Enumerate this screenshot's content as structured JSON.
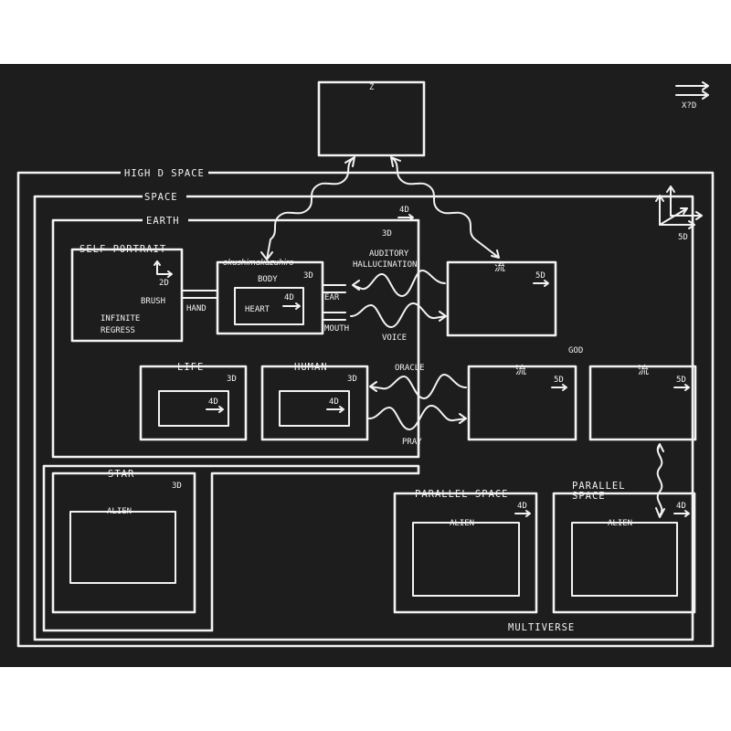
{
  "top_box": {
    "label": "Z"
  },
  "high_d_space": {
    "label": "HIGH D SPACE"
  },
  "space": {
    "label": "SPACE"
  },
  "earth": {
    "label": "EARTH",
    "dim": "3D"
  },
  "corner_axis": {
    "label": "X?D"
  },
  "axes_5d": {
    "label": "5D"
  },
  "self_portrait": {
    "label": "SELF-PORTRAIT",
    "dim": "2D",
    "brush": "BRUSH",
    "hand": "HAND",
    "line1": "INFINITE",
    "line2": "REGRESS"
  },
  "body_box": {
    "signature": "okushimakazuhiro",
    "label": "BODY",
    "dim": "3D",
    "heart": "HEART",
    "heart_dim": "4D",
    "ear": "EAR",
    "mouth": "MOUTH"
  },
  "auditory": {
    "dim": "4D",
    "line1": "AUDITORY",
    "line2": "HALLUCINATION",
    "voice": "VOICE"
  },
  "flow_box_top": {
    "kanji": "流",
    "dim": "5D"
  },
  "god": {
    "label": "GOD"
  },
  "life": {
    "label": "LIFE",
    "dim": "3D",
    "inner_dim": "4D"
  },
  "human": {
    "label": "HUMAN",
    "dim": "3D",
    "inner_dim": "4D"
  },
  "oracle": {
    "label": "ORACLE",
    "pray": "PRAY"
  },
  "flow_box_mid1": {
    "kanji": "流",
    "dim": "5D"
  },
  "flow_box_mid2": {
    "kanji": "流",
    "dim": "5D"
  },
  "star": {
    "label": "STAR",
    "dim": "3D",
    "alien": "ALIEN"
  },
  "parallel_space_1": {
    "label": "PARALLEL SPACE",
    "dim": "4D",
    "alien": "ALIEN"
  },
  "parallel_space_2": {
    "line1": "PARALLEL",
    "line2": "SPACE",
    "dim": "4D",
    "alien": "ALIEN"
  },
  "multiverse": {
    "label": "MULTIVERSE"
  },
  "colors": {
    "chalk": "#f2f2f2",
    "board": "#1d1d1d",
    "background": "#ffffff"
  }
}
